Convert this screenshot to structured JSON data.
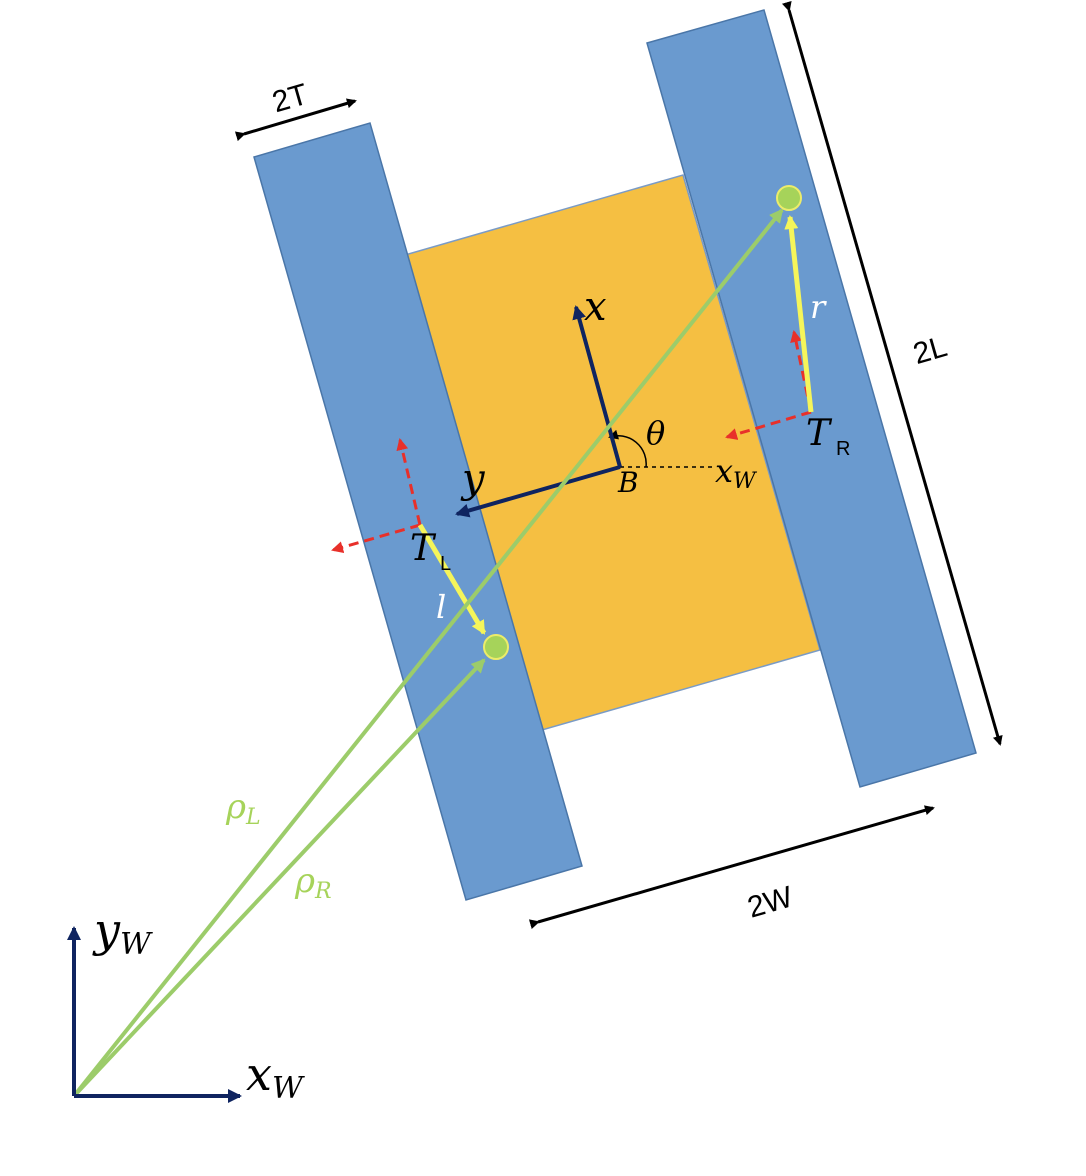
{
  "colors": {
    "track": "#6a9acf",
    "track_edge": "#4a76a8",
    "body": "#f5bf42",
    "body_edge": "#7a9bc6",
    "frame": "#0f2460",
    "pos_vector": "#9ccc6a",
    "contact_vector": "#f5f55a",
    "force": "#e8302a",
    "dimension": "#000000",
    "contact_point": "#a6d35a",
    "contact_point_edge": "#ecec6a"
  },
  "labels": {
    "dim_track_width": "2T",
    "dim_length": "2L",
    "dim_width": "2W",
    "body_x": "x",
    "body_y": "y",
    "angle": "θ",
    "body_origin": "B",
    "xw_dashed_main": "x",
    "xw_dashed_sub": "W",
    "tread_right_main": "T",
    "tread_right_sub": "R",
    "tread_left_main": "T",
    "tread_left_sub": "L",
    "vec_r": "r",
    "vec_l": "l",
    "rho_l_main": "ρ",
    "rho_l_sub": "L",
    "rho_r_main": "ρ",
    "rho_r_sub": "R",
    "world_y_main": "y",
    "world_y_sub": "W",
    "world_x_main": "x",
    "world_x_sub": "W"
  }
}
